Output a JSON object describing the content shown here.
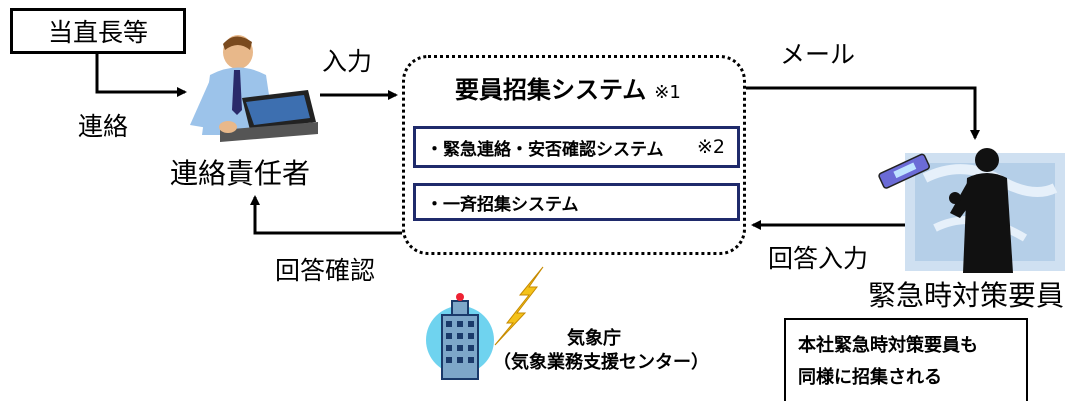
{
  "labels": {
    "duty_officer": "当直長等",
    "input": "入力",
    "contact": "連絡",
    "responsible_person": "連絡責任者",
    "answer_confirm": "回答確認",
    "mail": "メール",
    "answer_input": "回答入力",
    "emergency_staff": "緊急時対策要員"
  },
  "system": {
    "title": "要員招集システム",
    "title_note": "※1",
    "sub1": "・緊急連絡・安否確認システム",
    "sub1_note": "※2",
    "sub2": "・一斉招集システム"
  },
  "jma": {
    "name": "気象庁",
    "detail": "（気象業務支援センター）"
  },
  "note": {
    "line1": "本社緊急時対策要員も",
    "line2": "同様に招集される"
  }
}
